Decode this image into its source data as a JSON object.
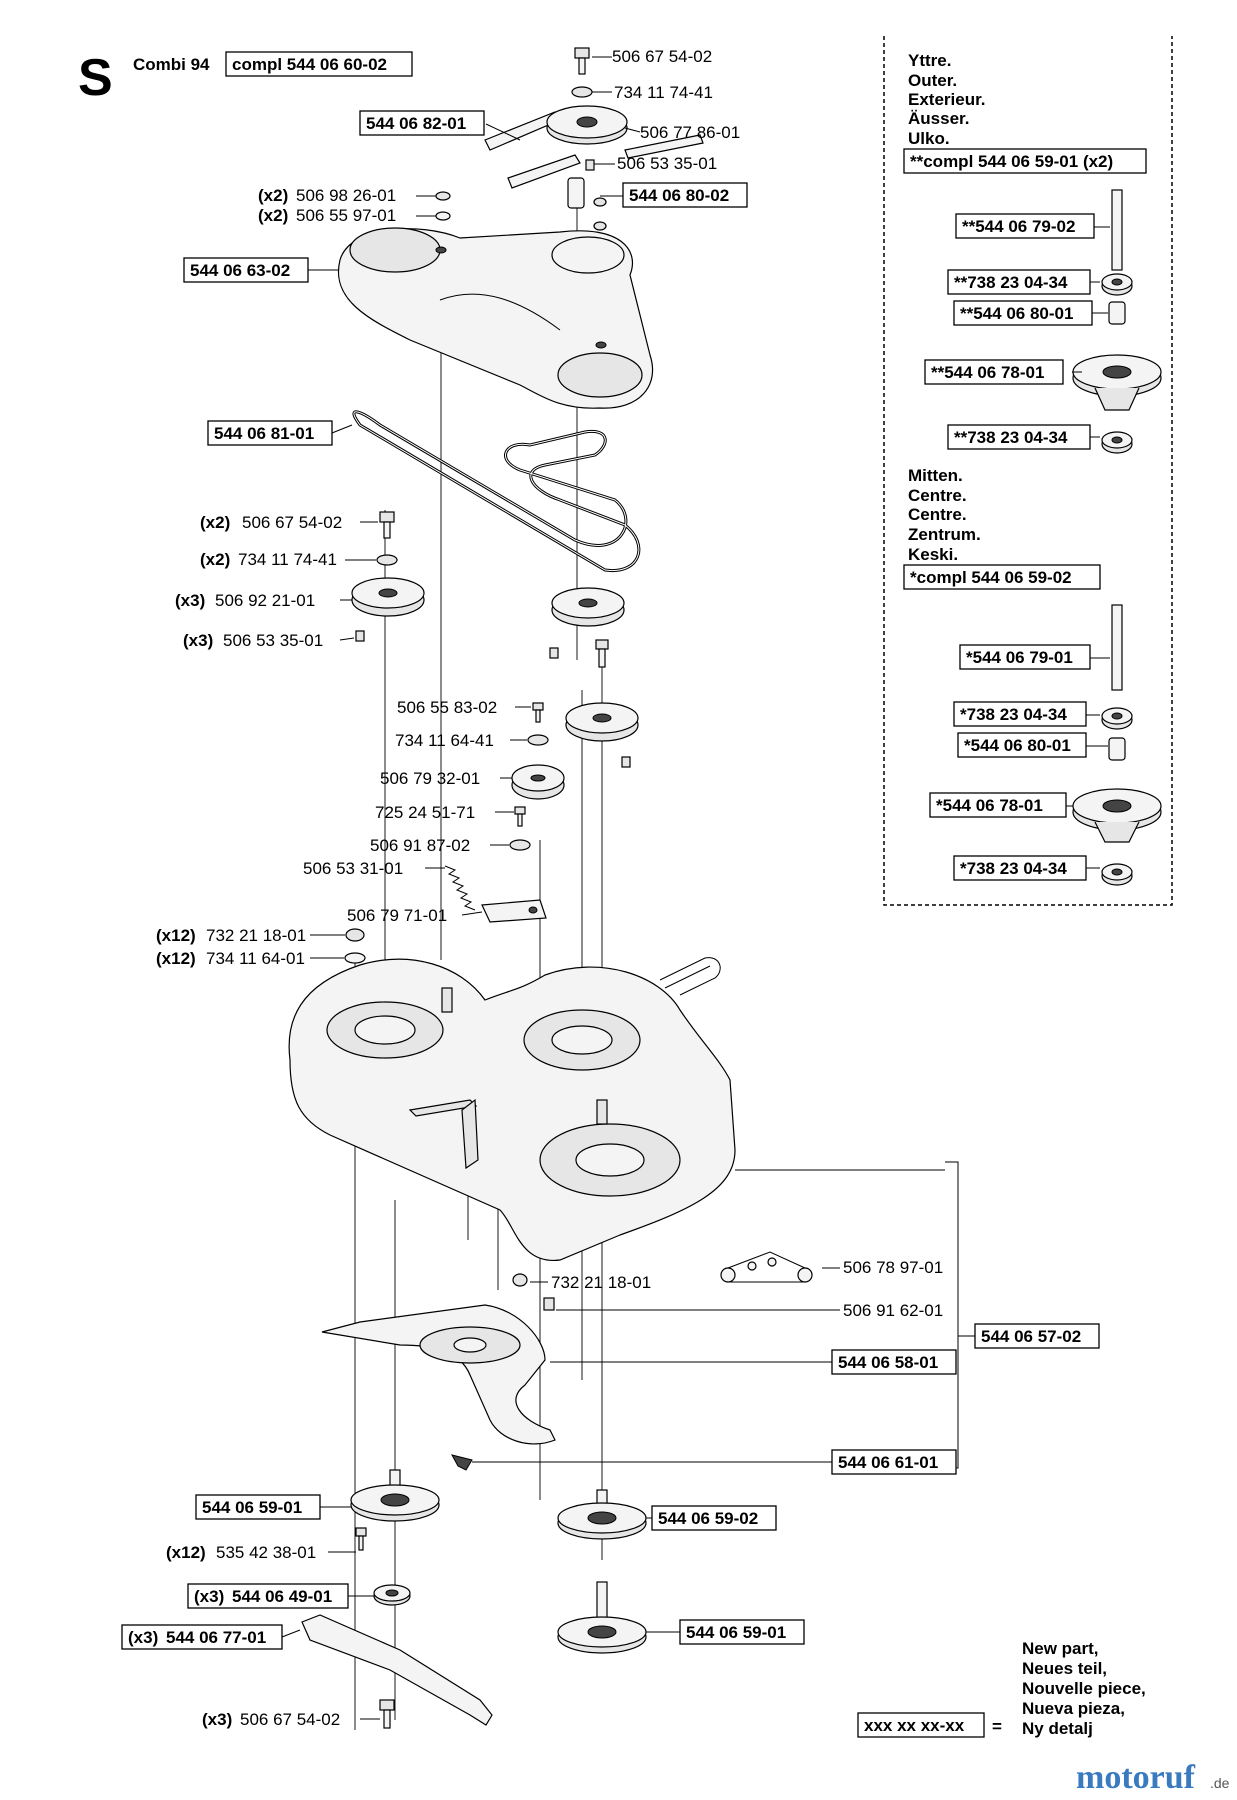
{
  "header": {
    "section_letter": "S",
    "model": "Combi 94",
    "assembly": "compl 544 06 60-02"
  },
  "parts": {
    "top_bolt": "506 67 54-02",
    "top_washer": "734 11 74-41",
    "belt_guide": "544 06 82-01",
    "pulley": "506 77 86-01",
    "key": "506 53 35-01",
    "spacer": "544 06 80-02",
    "screw_qty": "(x2)",
    "screw": "506 98 26-01",
    "washer_qty": "(x2)",
    "washer": "506 55 97-01",
    "cover": "544 06 63-02",
    "belt": "544 06 81-01",
    "bolt2_qty": "(x2)",
    "bolt2": "506 67 54-02",
    "washer2_qty": "(x2)",
    "washer2": "734 11 74-41",
    "pulley2_qty": "(x3)",
    "pulley2": "506 92 21-01",
    "key2_qty": "(x3)",
    "key2": "506 53 35-01",
    "bolt3": "506 55 83-02",
    "washer3": "734 11 64-41",
    "idler": "506 79 32-01",
    "bolt4": "725 24 51-71",
    "washer4": "506 91 87-02",
    "spring": "506 53 31-01",
    "bracket": "506 79 71-01",
    "nut_qty": "(x12)",
    "nut": "732 21 18-01",
    "washer5_qty": "(x12)",
    "washer5": "734 11 64-01",
    "nut2": "732 21 18-01",
    "decal": "506 78 97-01",
    "bolt5": "506 91 62-01",
    "deck": "544 06 57-02",
    "baffle": "544 06 58-01",
    "knob": "544 06 61-01",
    "spindle_left": "544 06 59-01",
    "spindle_mid": "544 06 59-02",
    "spindle_low": "544 06 59-01",
    "screw6_qty": "(x12)",
    "screw6": "535 42 38-01",
    "bearing_qty": "(x3)",
    "bearing": "544 06 49-01",
    "blade_qty": "(x3)",
    "blade": "544 06 77-01",
    "bolt6_qty": "(x3)",
    "bolt6": "506 67 54-02"
  },
  "inset": {
    "outer_lines": [
      "Yttre.",
      "Outer.",
      "Exterieur.",
      "Äusser.",
      "Ulko."
    ],
    "outer_assembly": "**compl 544 06 59-01 (x2)",
    "outer_parts": [
      "**544 06 79-02",
      "**738 23 04-34",
      "**544 06 80-01",
      "**544 06 78-01",
      "**738 23 04-34"
    ],
    "centre_lines": [
      "Mitten.",
      "Centre.",
      "Centre.",
      "Zentrum.",
      "Keski."
    ],
    "centre_assembly": "*compl 544 06 59-02",
    "centre_parts": [
      "*544 06 79-01",
      "*738 23 04-34",
      "*544 06 80-01",
      "*544 06 78-01",
      "*738 23 04-34"
    ]
  },
  "legend": {
    "code": "xxx xx xx-xx",
    "equals": "=",
    "lines": [
      "New part,",
      "Neues teil,",
      "Nouvelle piece,",
      "Nueva pieza,",
      "Ny detalj"
    ]
  },
  "watermark": {
    "main": "motoruf",
    "suffix": ".de"
  }
}
